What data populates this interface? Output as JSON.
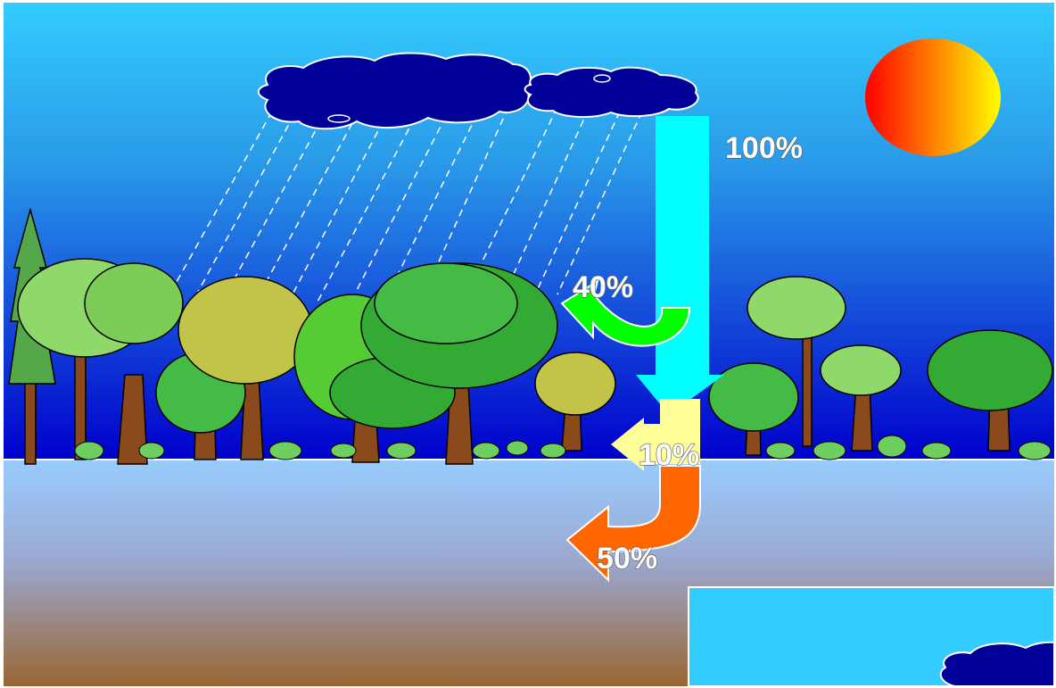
{
  "scene": {
    "colors": {
      "sky_top": "#33ccff",
      "sky_bottom": "#0000cc",
      "soil_top": "#99ccff",
      "soil_bottom": "#996633",
      "cloud": "#000099",
      "sun_left": "#ff0000",
      "sun_right": "#ffff00",
      "rain_arrow": "#00ffff",
      "interception_arrow": "#00ff00",
      "surface_arrow": "#ffff99",
      "infiltration_arrow": "#ff6600"
    },
    "labels": {
      "precipitation": "100%",
      "interception": "40%",
      "surface": "10%",
      "infiltration": "50%"
    }
  }
}
